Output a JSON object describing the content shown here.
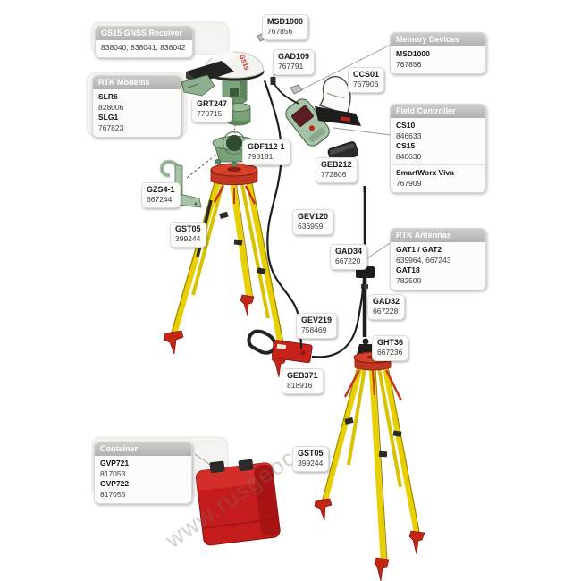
{
  "watermark": "www.rusgeoc",
  "dome_logo": "GS15",
  "groups": {
    "gs15": {
      "title": "GS15 GNSS Receiver",
      "body": "838040, 838041, 838042"
    },
    "rtk_modems": {
      "title": "RTK Modems",
      "items": [
        {
          "code": "SLR6",
          "num": "828006"
        },
        {
          "code": "SLG1",
          "num": "767823"
        }
      ]
    },
    "memory": {
      "title": "Memory Devices",
      "items": [
        {
          "code": "MSD1000",
          "num": "767856"
        }
      ]
    },
    "field_controller": {
      "title": "Field Controller",
      "items": [
        {
          "code": "CS10",
          "num": "846633"
        },
        {
          "code": "CS15",
          "num": "846630"
        }
      ],
      "software": {
        "code": "SmartWorx Viva",
        "num": "767909"
      }
    },
    "rtk_antennas": {
      "title": "RTK Antennas",
      "items": [
        {
          "code": "GAT1 / GAT2",
          "num": "639964, 667243"
        },
        {
          "code": "GAT18",
          "num": "782500"
        }
      ]
    },
    "container": {
      "title": "Container",
      "items": [
        {
          "code": "GVP721",
          "num": "817053"
        },
        {
          "code": "GVP722",
          "num": "817055"
        }
      ]
    }
  },
  "labels": {
    "msd1000": {
      "code": "MSD1000",
      "num": "767856"
    },
    "gad109": {
      "code": "GAD109",
      "num": "767791"
    },
    "ccs01": {
      "code": "CCS01",
      "num": "767906"
    },
    "grt247": {
      "code": "GRT247",
      "num": "770715"
    },
    "gdf112": {
      "code": "GDF112-1",
      "num": "798181"
    },
    "gzs4": {
      "code": "GZS4-1",
      "num": "667244"
    },
    "gst05_left": {
      "code": "GST05",
      "num": "399244"
    },
    "geb212": {
      "code": "GEB212",
      "num": "772806"
    },
    "gev120": {
      "code": "GEV120",
      "num": "636959"
    },
    "gad34": {
      "code": "GAD34",
      "num": "667220"
    },
    "gad32": {
      "code": "GAD32",
      "num": "667228"
    },
    "gev219": {
      "code": "GEV219",
      "num": "758469"
    },
    "ght36": {
      "code": "GHT36",
      "num": "667236"
    },
    "geb371": {
      "code": "GEB371",
      "num": "818916"
    },
    "gst05_bottom": {
      "code": "GST05",
      "num": "399244"
    }
  },
  "colors": {
    "leica_green": "#84ab84",
    "tripod_yellow": "#e8cf00",
    "leica_red": "#c41c1c",
    "header_gray": "#b8b8b4"
  }
}
